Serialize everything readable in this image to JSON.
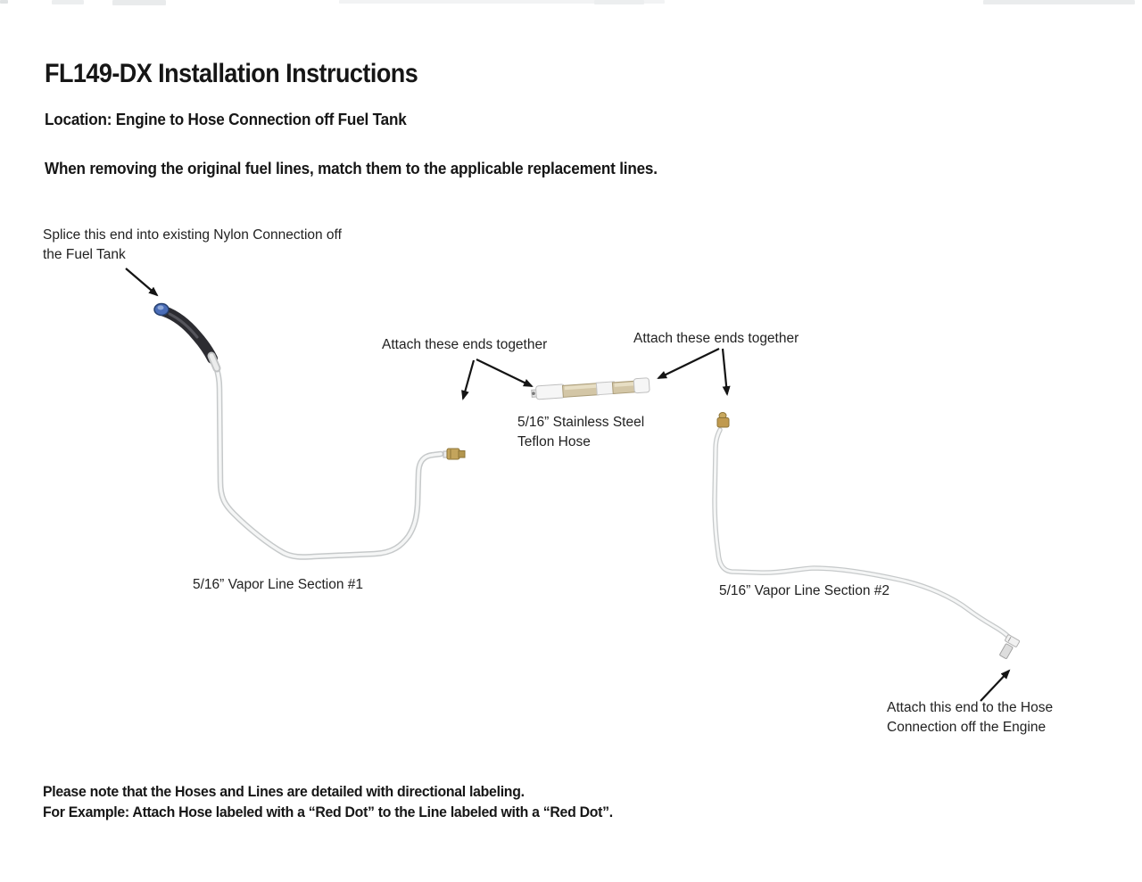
{
  "document": {
    "title": "FL149-DX Installation Instructions",
    "location_line": "Location: Engine to Hose Connection off Fuel Tank",
    "intro_line": "When removing the original fuel lines, match them to the applicable replacement lines.",
    "footer": {
      "line1": "Please note that the Hoses and Lines are detailed with directional labeling.",
      "line2": "For Example: Attach Hose labeled with a “Red Dot” to the Line labeled with a “Red Dot”."
    }
  },
  "diagram": {
    "annotations": {
      "splice_note": "Splice this end into existing Nylon Connection off the Fuel Tank",
      "attach_together_left": "Attach these ends together",
      "attach_together_right": "Attach these ends together",
      "teflon_hose_label": "5/16” Stainless Steel Teflon Hose",
      "vapor_line_1_label": "5/16” Vapor Line Section #1",
      "vapor_line_2_label": "5/16” Vapor Line Section #2",
      "engine_note": "Attach this end to the Hose Connection off the Engine"
    },
    "colors": {
      "arrow": "#141414",
      "tube_outline": "#c6c9ca",
      "tube_fill": "#f5f6f6",
      "rubber_hose": "#2c2c31",
      "nylon_connector_blue": "#4a6db8",
      "brass_fitting": "#c3a45c",
      "braid": "#d3c6a6"
    }
  }
}
